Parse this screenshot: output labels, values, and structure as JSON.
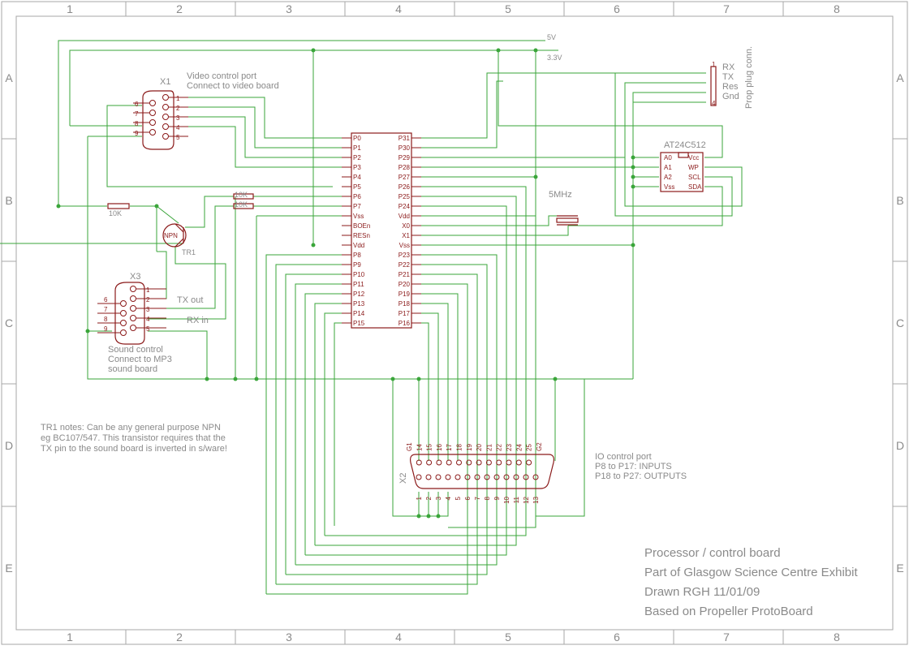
{
  "grid": {
    "columns": [
      "1",
      "2",
      "3",
      "4",
      "5",
      "6",
      "7",
      "8"
    ],
    "rows": [
      "A",
      "B",
      "C",
      "D",
      "E"
    ]
  },
  "rails": {
    "v5": "5V",
    "v33": "3.3V"
  },
  "x1": {
    "ref": "X1",
    "note1": "Video control port",
    "note2": "Connect to video board",
    "pins_left": [
      "6",
      "7",
      "8",
      "9"
    ],
    "pins_right": [
      "1",
      "2",
      "3",
      "4",
      "5"
    ]
  },
  "x3": {
    "ref": "X3",
    "note1": "Sound control",
    "note2": "Connect to MP3",
    "note3": "sound board",
    "pins_left": [
      "6",
      "7",
      "8",
      "9"
    ],
    "pins_right": [
      "1",
      "2",
      "3",
      "4",
      "5"
    ],
    "tx_label": "TX out",
    "rx_label": "RX in"
  },
  "resistors": {
    "r1": "10K",
    "r2": "10K",
    "r3": "10K"
  },
  "transistor": {
    "type": "NPN",
    "ref": "TR1"
  },
  "mcu": {
    "left_pins": [
      "P0",
      "P1",
      "P2",
      "P3",
      "P4",
      "P5",
      "P6",
      "P7",
      "Vss",
      "BOEn",
      "RESn",
      "Vdd",
      "P8",
      "P9",
      "P10",
      "P11",
      "P12",
      "P13",
      "P14",
      "P15"
    ],
    "right_pins": [
      "P31",
      "P30",
      "P29",
      "P28",
      "P27",
      "P26",
      "P25",
      "P24",
      "Vdd",
      "X0",
      "X1",
      "Vss",
      "P23",
      "P22",
      "P21",
      "P20",
      "P19",
      "P18",
      "P17",
      "P16"
    ]
  },
  "crystal": {
    "label": "5MHz"
  },
  "eeprom": {
    "name": "AT24C512",
    "left_pins": [
      "A0",
      "A1",
      "A2",
      "Vss"
    ],
    "right_pins": [
      "Vcc",
      "WP",
      "SCL",
      "SDA"
    ]
  },
  "prop_plug": {
    "title": "Prop plug conn.",
    "signals": [
      "RX",
      "TX",
      "Res",
      "Gnd"
    ],
    "pin_first": "1",
    "pin_last": "4"
  },
  "x2": {
    "ref": "X2",
    "top_pins": [
      "G1",
      "14",
      "15",
      "16",
      "17",
      "18",
      "19",
      "20",
      "21",
      "22",
      "23",
      "24",
      "25",
      "G2"
    ],
    "bottom_pins": [
      "1",
      "2",
      "3",
      "4",
      "5",
      "6",
      "7",
      "8",
      "9",
      "10",
      "11",
      "12",
      "13"
    ],
    "note1": "IO control port",
    "note2": "P8 to P17: INPUTS",
    "note3": "P18 to P27: OUTPUTS"
  },
  "tr1_notes": [
    "TR1 notes: Can be any general purpose NPN",
    "eg BC107/547. This transistor requires that the",
    "TX pin to the sound board is inverted in s/ware!"
  ],
  "title_block": [
    "Processor / control board",
    "Part of Glasgow Science Centre Exhibit",
    "Drawn RGH 11/01/09",
    "Based on Propeller ProtoBoard"
  ]
}
